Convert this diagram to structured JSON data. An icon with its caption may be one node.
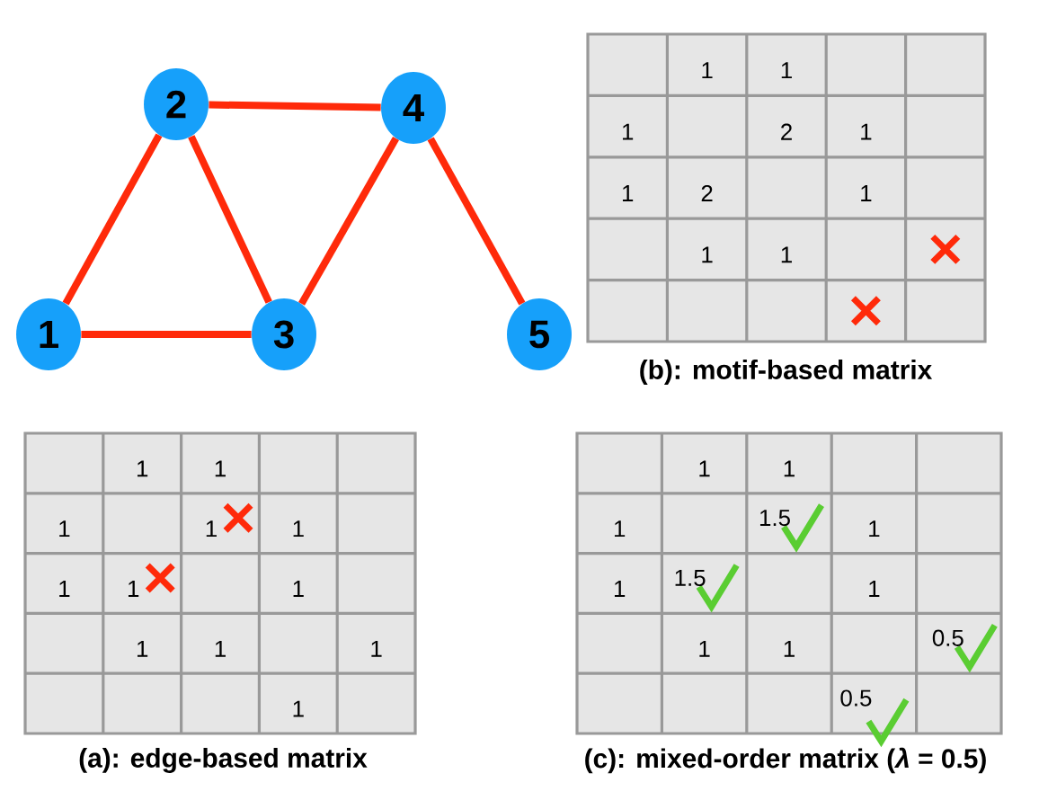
{
  "diagram": {
    "nodes": [
      {
        "text": [
          "1"
        ]
      },
      {
        "text": [
          "2"
        ]
      },
      {
        "text": [
          "3"
        ]
      },
      {
        "text": [
          "4"
        ]
      },
      {
        "text": [
          "5"
        ]
      }
    ],
    "edges": [
      {
        "from": 0,
        "to": 1,
        "arrow": "none"
      },
      {
        "from": 0,
        "to": 2,
        "arrow": "none"
      },
      {
        "from": 1,
        "to": 2,
        "arrow": "none"
      },
      {
        "from": 1,
        "to": 3,
        "arrow": "none"
      },
      {
        "from": 2,
        "to": 3,
        "arrow": "none"
      },
      {
        "from": 3,
        "to": 4,
        "arrow": "none"
      }
    ],
    "labels": [
      "1",
      "1",
      "1",
      "2",
      "1",
      "1",
      "2",
      "1",
      "1",
      "1",
      "(b): motif-based matrix",
      "1",
      "1",
      "1",
      "1",
      "1",
      "1",
      "1",
      "1",
      "1",
      "1",
      "1",
      "1",
      "(a): edge-based matrix",
      "1",
      "1",
      "1",
      "1.5",
      "1",
      "1",
      "1.5",
      "1",
      "1",
      "1",
      "0.5",
      "0.5",
      "(c): mixed-order matrix (*λ* = 0.5)"
    ]
  }
}
